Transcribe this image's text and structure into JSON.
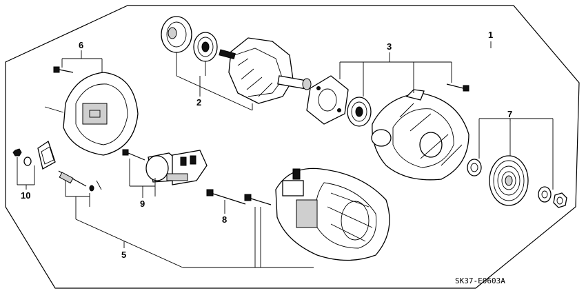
{
  "callouts": [
    "1",
    "2",
    "3",
    "5",
    "6",
    "7",
    "8",
    "9",
    "10"
  ],
  "diagram_code": "SK37-E0603A"
}
